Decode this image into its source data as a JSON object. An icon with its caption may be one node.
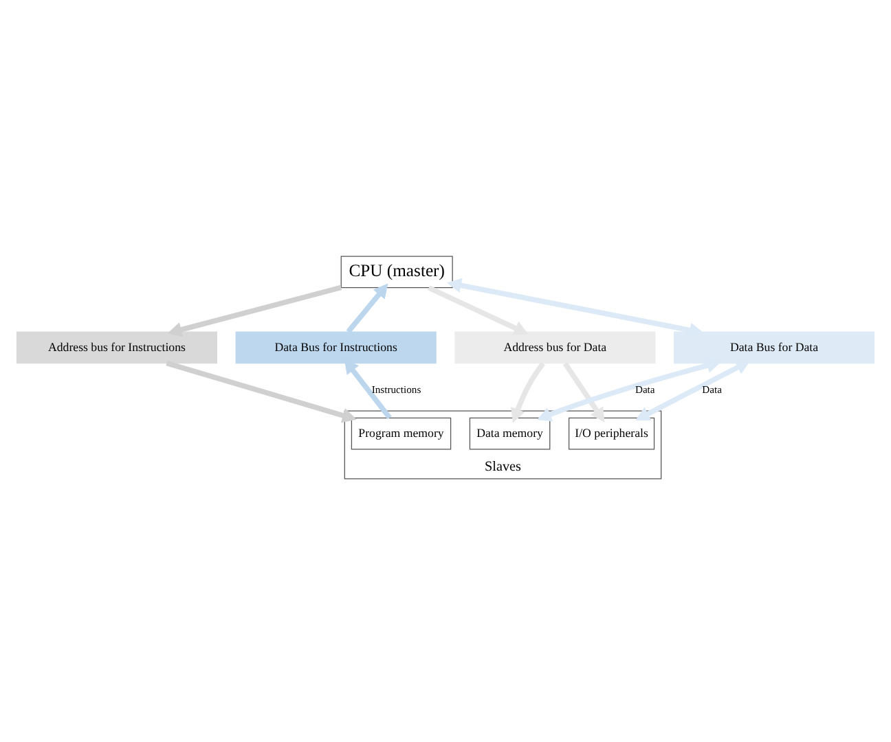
{
  "diagram": {
    "nodes": [
      {
        "text": [
          "CPU (master)"
        ]
      },
      {
        "text": [
          "Address bus for Instructions"
        ]
      },
      {
        "text": [
          "Address bus for Data"
        ]
      },
      {
        "text": [
          "Data Bus for Instructions"
        ]
      },
      {
        "text": [
          "Data Bus for Data"
        ]
      },
      {
        "text": [
          "Slaves"
        ]
      },
      {
        "text": [
          "Program memory"
        ],
        "in": 5
      },
      {
        "text": [
          "Data memory"
        ],
        "in": 5
      },
      {
        "text": [
          "I/O peripherals"
        ],
        "in": 5
      }
    ],
    "edges": [
      {
        "from": 0,
        "to": 1,
        "arrow": "to",
        "color": "#d0d0d0"
      },
      {
        "from": 0,
        "to": 2,
        "arrow": "to",
        "color": "#e6e6e6"
      },
      {
        "from": 0,
        "to": 4,
        "arrow": "both",
        "color": "#dce9f6"
      },
      {
        "from": 3,
        "to": 0,
        "arrow": "to",
        "color": "#bcd6ee"
      },
      {
        "from": 1,
        "to": 6,
        "arrow": "to",
        "color": "#d0d0d0"
      },
      {
        "from": 6,
        "to": 3,
        "label": "Instructions",
        "arrow": "to",
        "color": "#bcd6ee"
      },
      {
        "from": 4,
        "to": 7,
        "label": "Data",
        "arrow": "both",
        "color": "#dce9f6"
      },
      {
        "from": 2,
        "to": 7,
        "arrow": "to",
        "color": "#e6e6e6"
      },
      {
        "from": 4,
        "to": 8,
        "label": "Data",
        "arrow": "both",
        "color": "#dce9f6"
      },
      {
        "from": 2,
        "to": 8,
        "arrow": "to",
        "color": "#e6e6e6"
      }
    ]
  }
}
